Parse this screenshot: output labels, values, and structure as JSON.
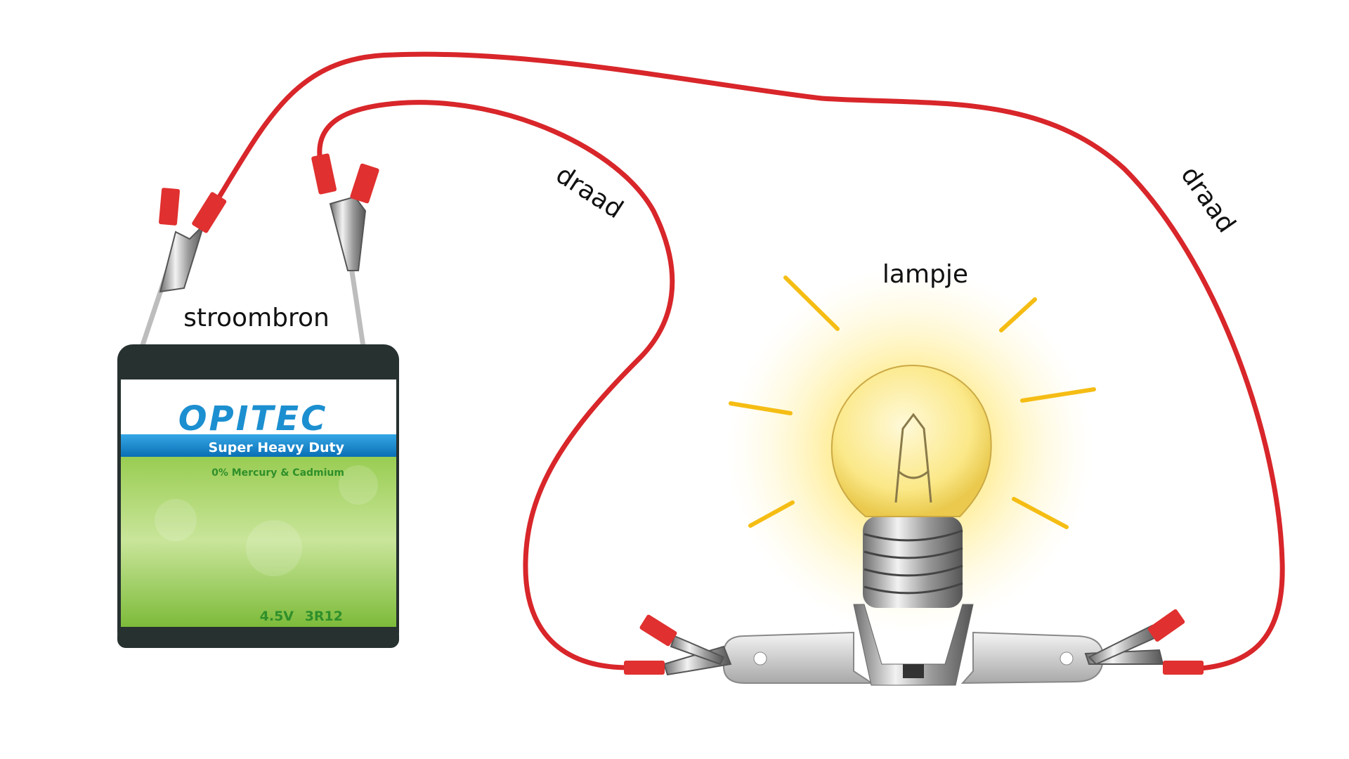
{
  "labels": {
    "battery": "stroombron",
    "bulb": "lampje",
    "wire_left": "draad",
    "wire_right": "draad"
  },
  "battery": {
    "brand": "OPITEC",
    "type": "Super Heavy Duty",
    "note": "0% Mercury & Cadmium",
    "voltage": "4.5V",
    "model": "3R12"
  },
  "colors": {
    "wire": "#d8262a",
    "clip_sleeve": "#e0302f",
    "brand_blue": "#1c8fd0",
    "label_green": "#8cc63f",
    "glow": "#ffd21e"
  }
}
